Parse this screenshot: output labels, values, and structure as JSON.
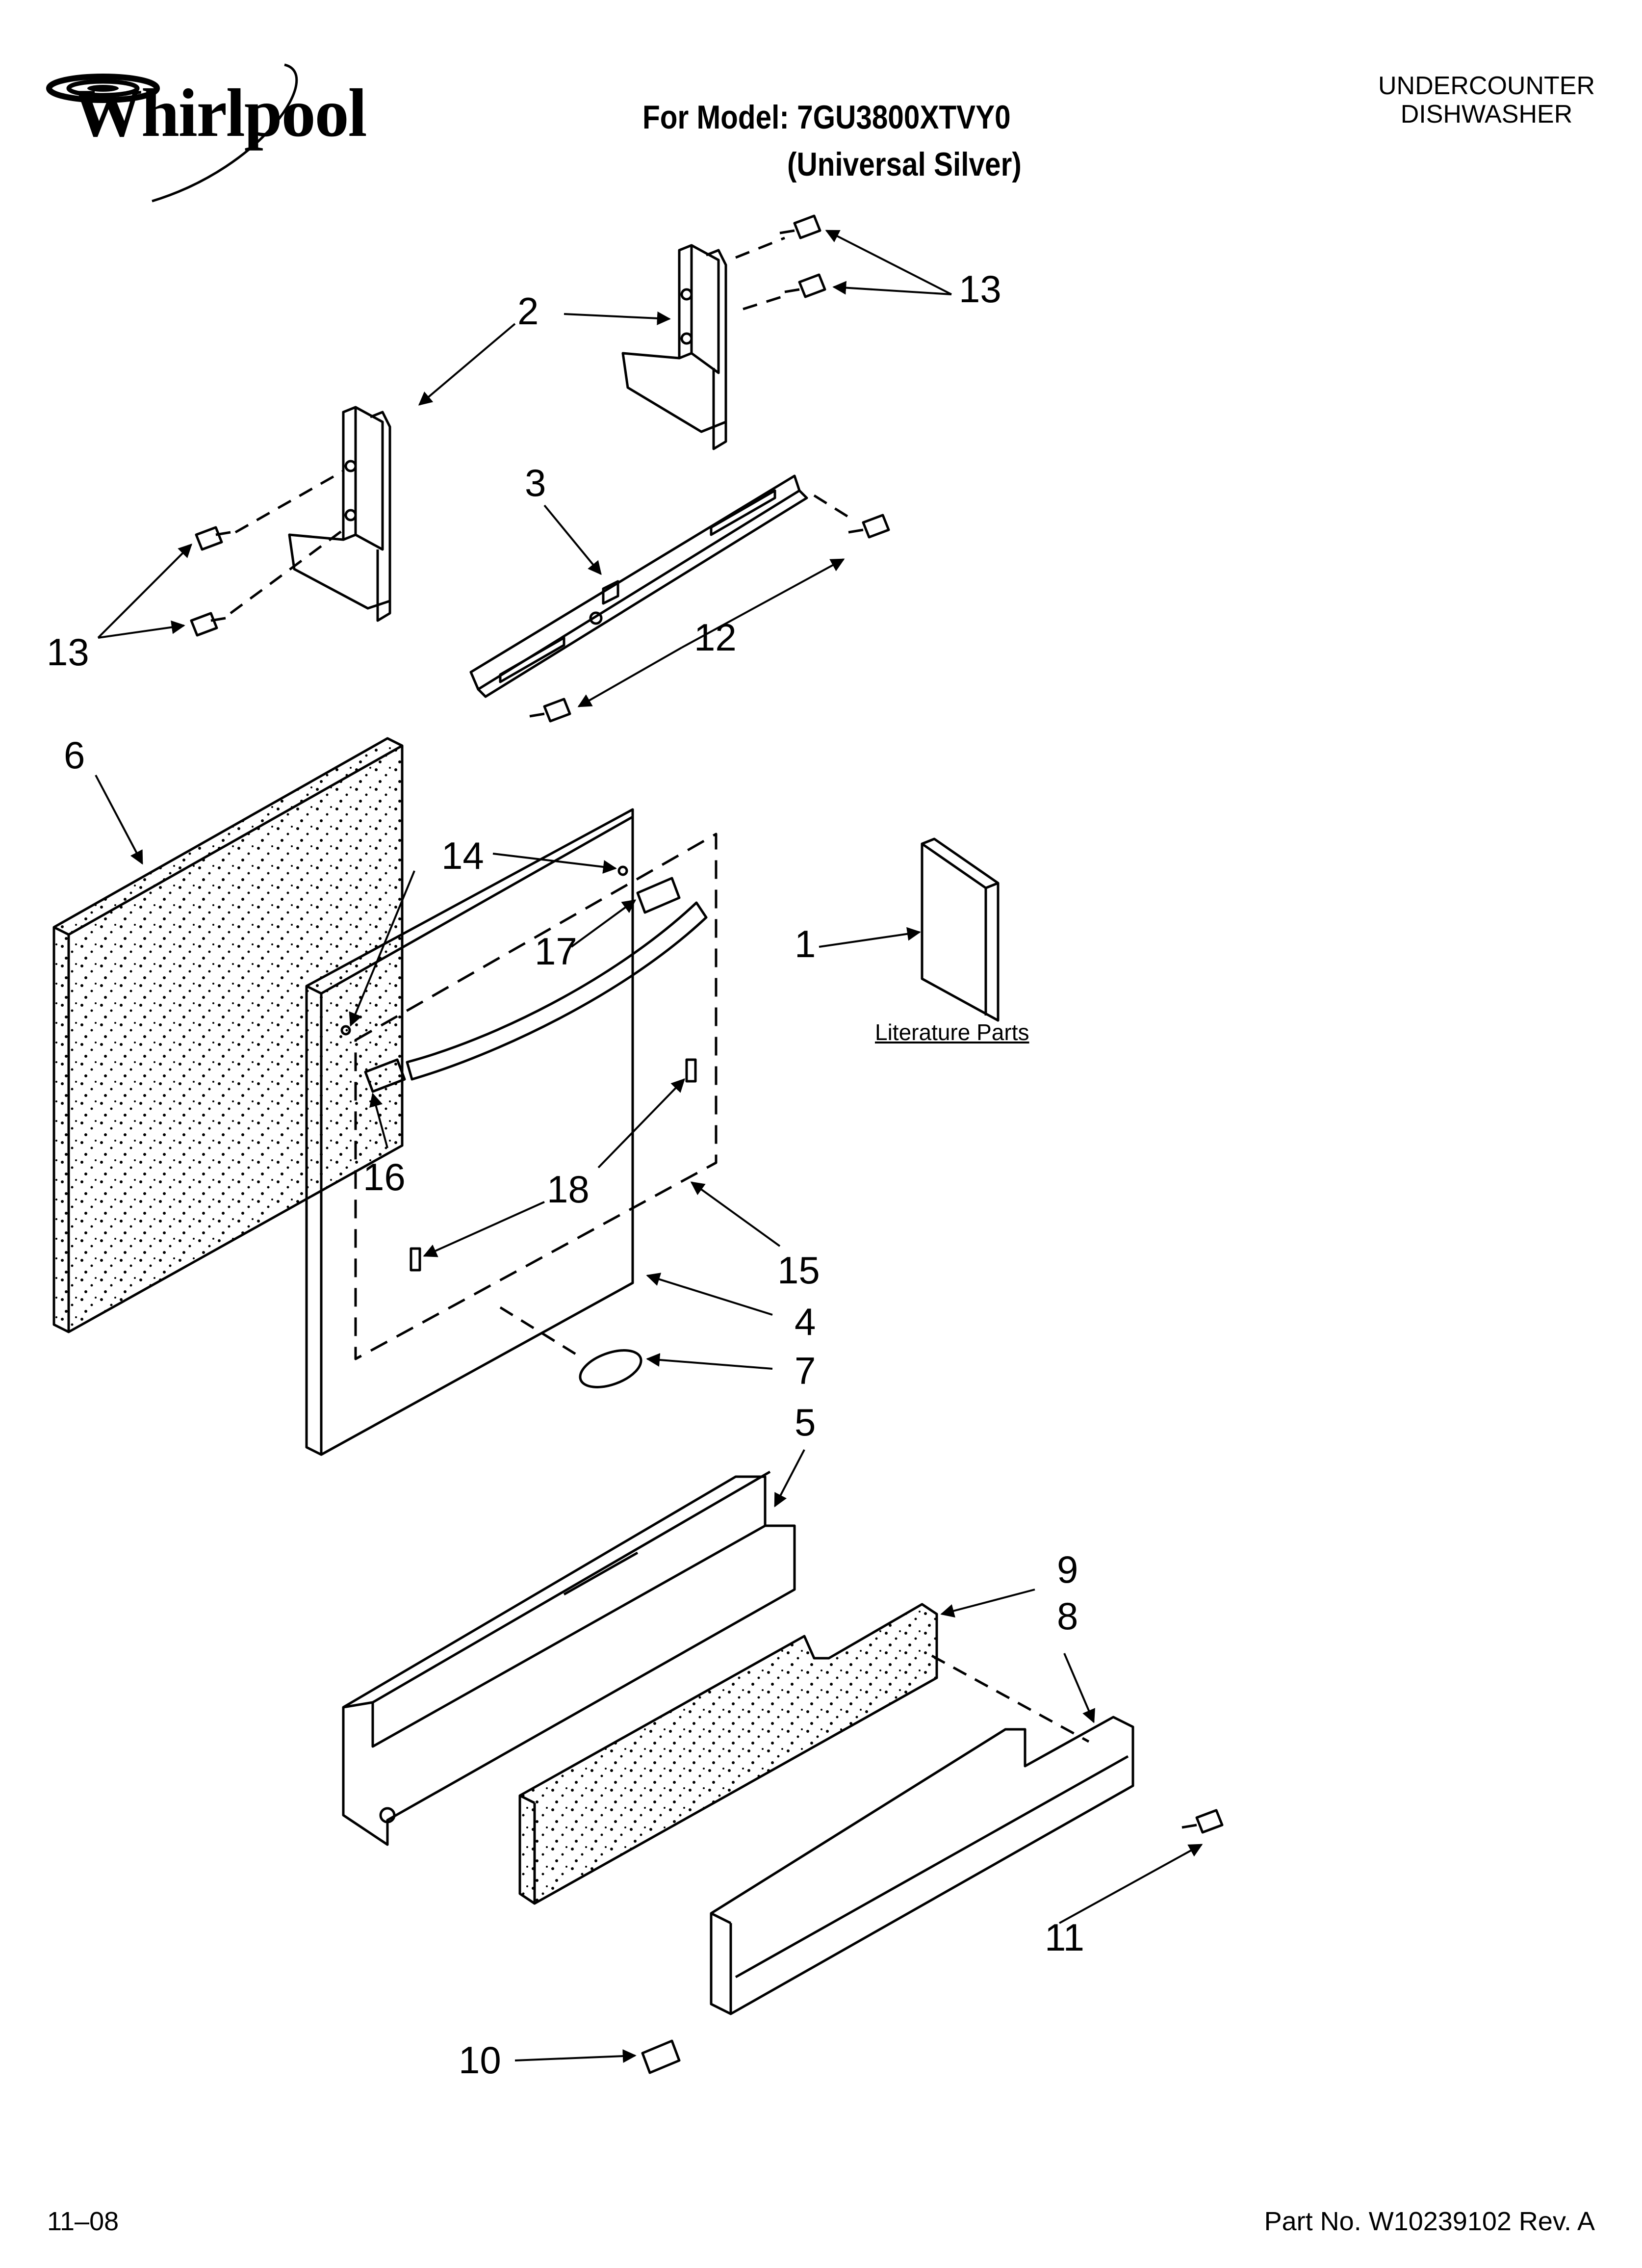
{
  "header": {
    "brand": "Whirlpool",
    "model_line": "For Model: 7GU3800XTVY0",
    "model_finish": "(Universal Silver)",
    "category_line1": "UNDERCOUNTER",
    "category_line2": "DISHWASHER"
  },
  "diagram": {
    "literature_label": "Literature Parts",
    "callouts": [
      {
        "id": "c13a",
        "label": "13"
      },
      {
        "id": "c2",
        "label": "2"
      },
      {
        "id": "c3",
        "label": "3"
      },
      {
        "id": "c13b",
        "label": "13"
      },
      {
        "id": "c12",
        "label": "12"
      },
      {
        "id": "c6",
        "label": "6"
      },
      {
        "id": "c14",
        "label": "14"
      },
      {
        "id": "c17",
        "label": "17"
      },
      {
        "id": "c1",
        "label": "1"
      },
      {
        "id": "c16",
        "label": "16"
      },
      {
        "id": "c18",
        "label": "18"
      },
      {
        "id": "c15",
        "label": "15"
      },
      {
        "id": "c4",
        "label": "4"
      },
      {
        "id": "c7",
        "label": "7"
      },
      {
        "id": "c5",
        "label": "5"
      },
      {
        "id": "c9",
        "label": "9"
      },
      {
        "id": "c8",
        "label": "8"
      },
      {
        "id": "c11",
        "label": "11"
      },
      {
        "id": "c10",
        "label": "10"
      }
    ]
  },
  "footer": {
    "date_code": "11–08",
    "part_number": "Part No. W10239102 Rev. A"
  }
}
